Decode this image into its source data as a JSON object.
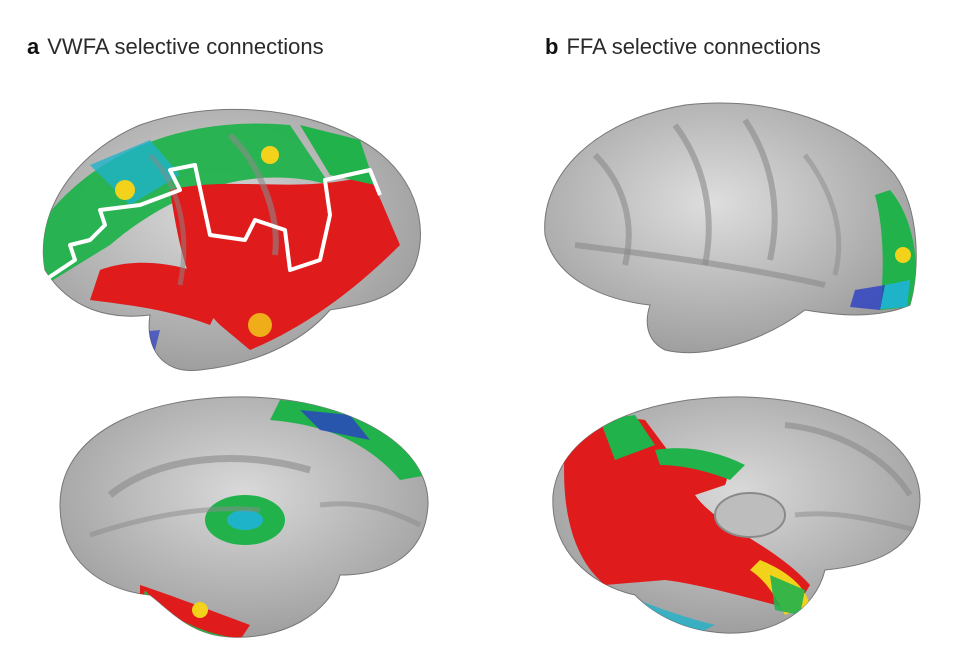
{
  "panels": [
    {
      "letter": "a",
      "title": "VWFA selective connections"
    },
    {
      "letter": "b",
      "title": "FFA selective connections"
    }
  ],
  "colors": {
    "cortex": "#bdbdbd",
    "sulcus": "#8a8a8a",
    "red": "#e01b1b",
    "yellow": "#f2d21a",
    "green": "#22b24c",
    "cyan": "#1fb3c9",
    "blue": "#2a3ec4",
    "outline": "#ffffff"
  }
}
